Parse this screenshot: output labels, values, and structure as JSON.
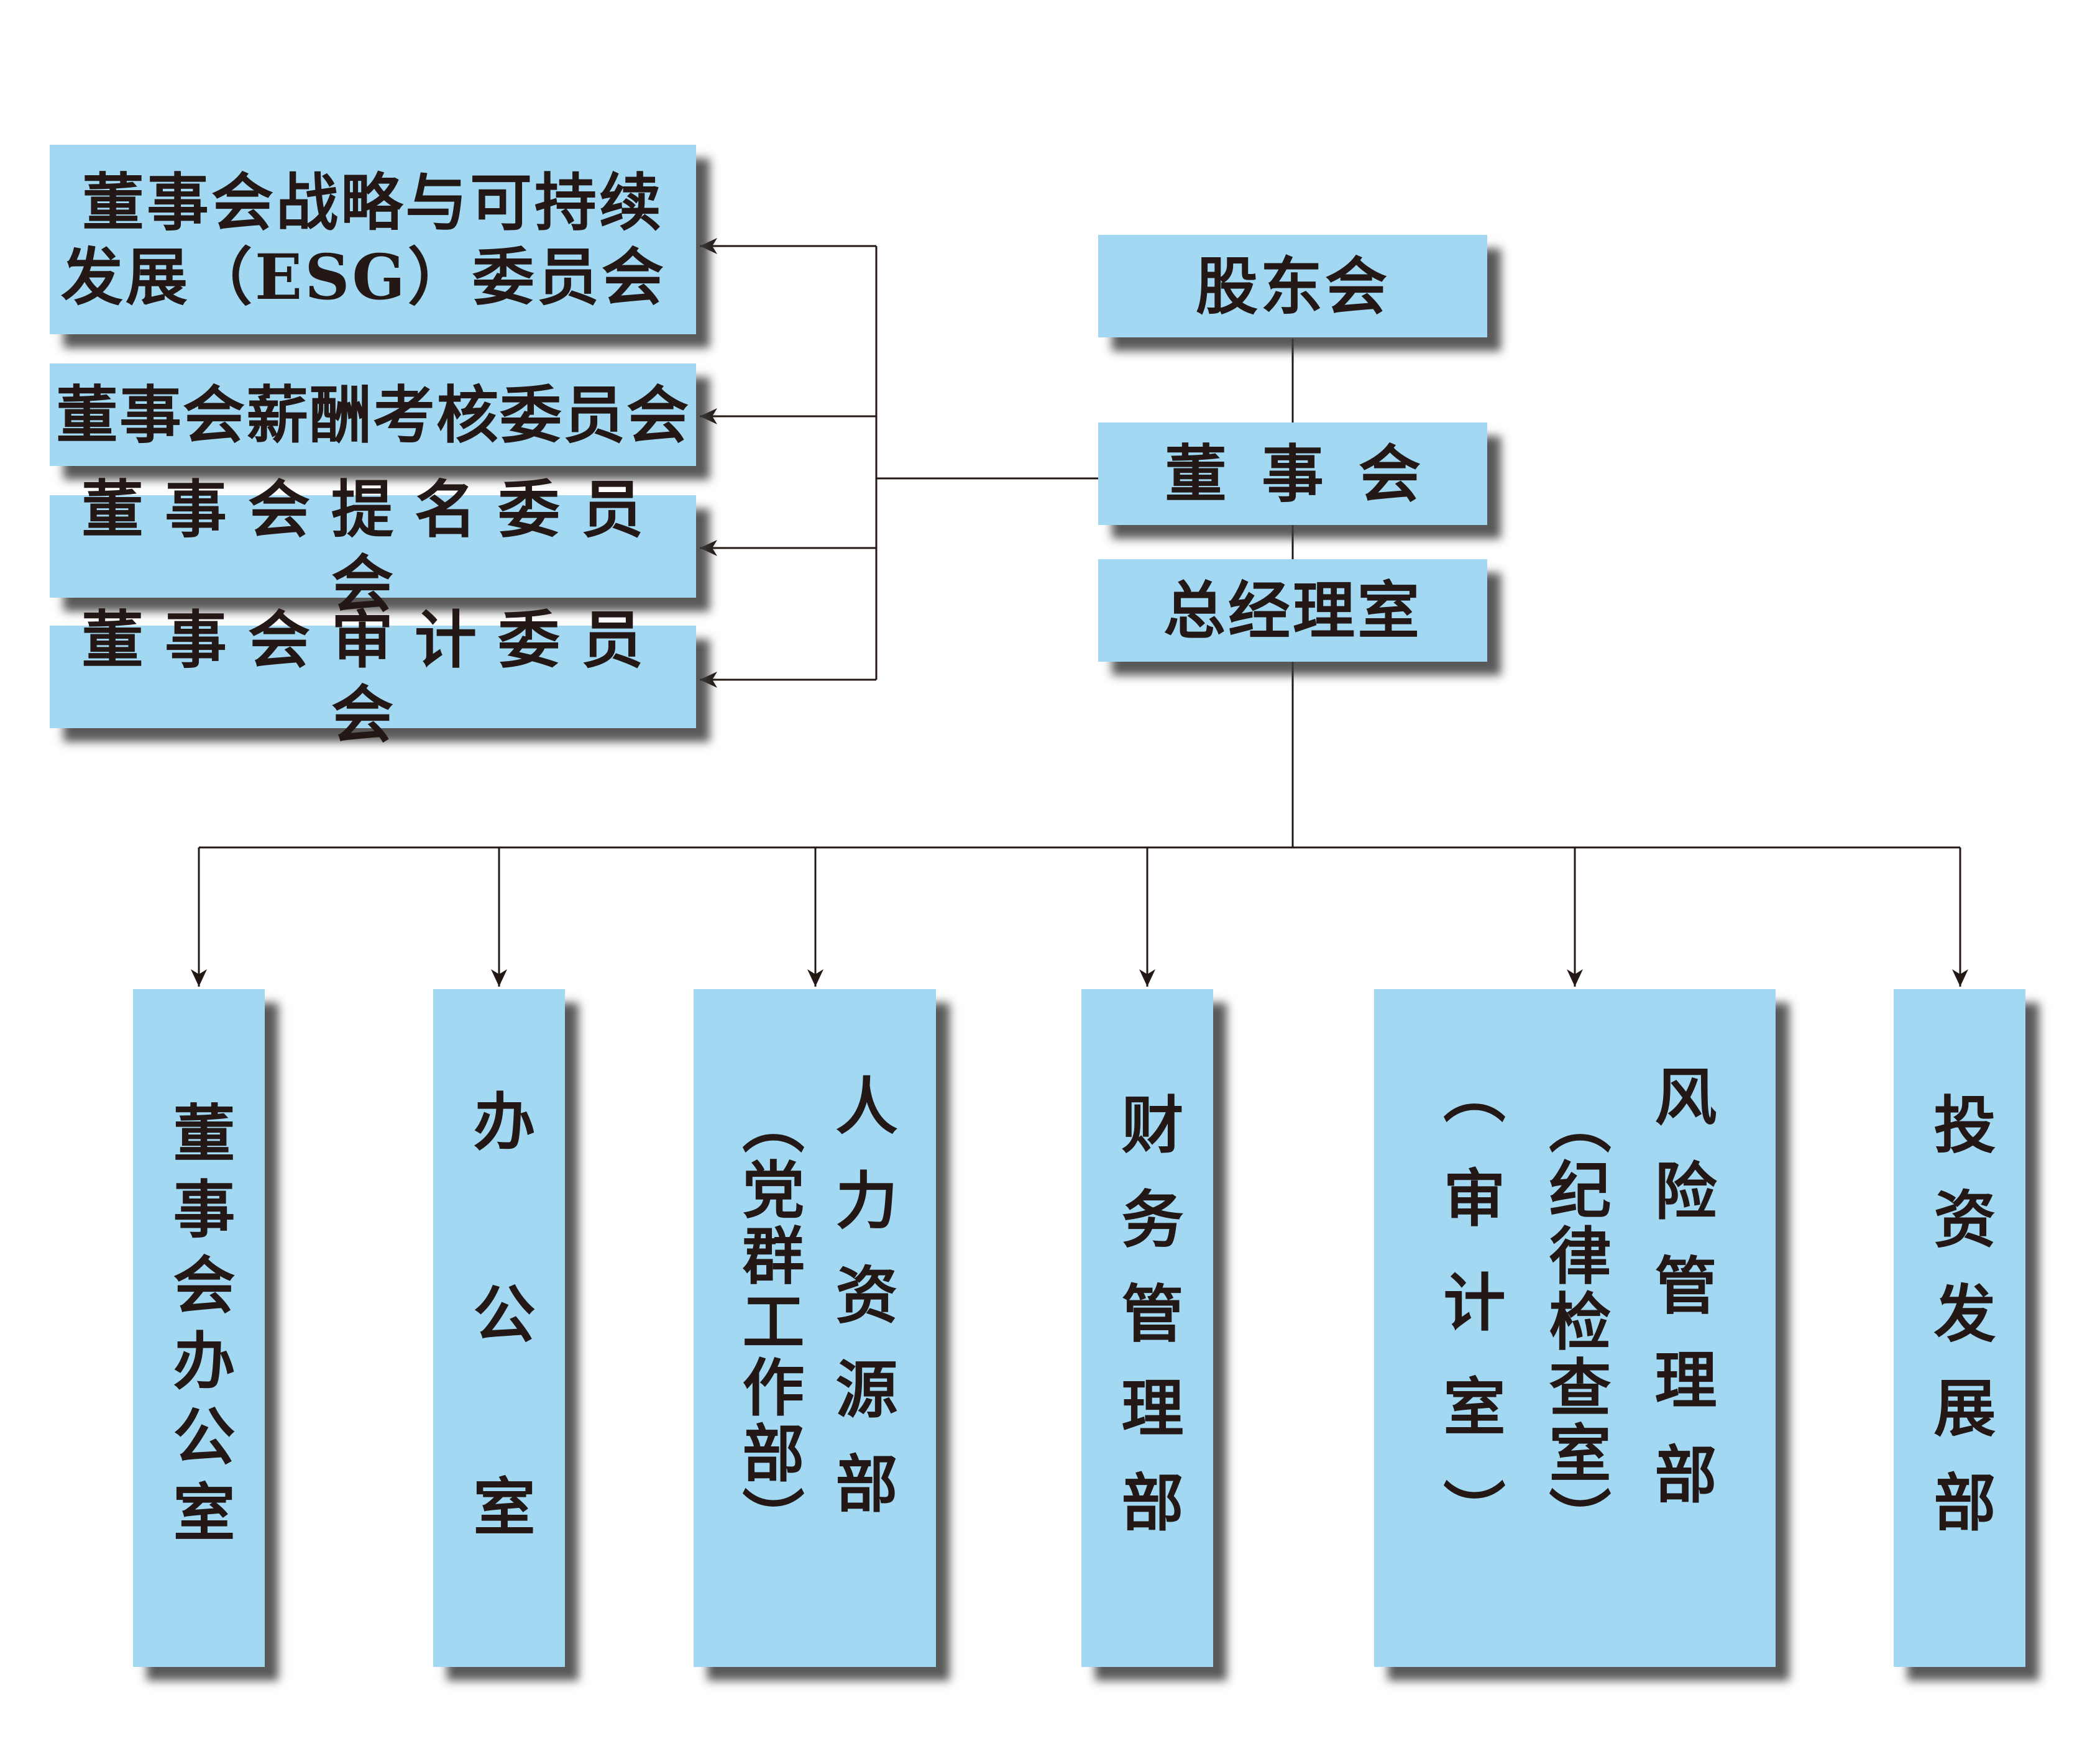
{
  "top": {
    "shareholders": "股东会",
    "board": "董事会",
    "gm_office": "总经理室"
  },
  "committees": [
    {
      "line1": "董事会战略与可持续",
      "line2": "发展（ESG）委员会"
    },
    {
      "label": "董事会薪酬考核委员会"
    },
    {
      "label": "董事会提名委员会"
    },
    {
      "label": "董事会审计委员会"
    }
  ],
  "departments": [
    {
      "label": "董事会办公室"
    },
    {
      "label": "办公室"
    },
    {
      "main": "人力资源部",
      "sub": "（党群工作部）"
    },
    {
      "label": "财务管理部"
    },
    {
      "main": "风险管理部",
      "sub1": "（纪律检查室）",
      "sub2": "（审计室）"
    },
    {
      "label": "投资发展部"
    }
  ],
  "colors": {
    "box_fill": "#a2d8f2",
    "text": "#231815",
    "line": "#231815"
  }
}
